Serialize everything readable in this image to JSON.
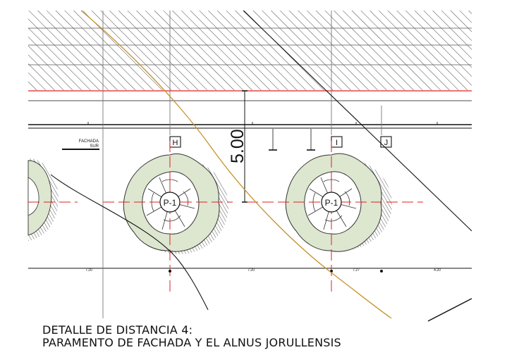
{
  "plan": {
    "dimension_label": "5.00",
    "grid_labels": {
      "h": "H",
      "i": "I",
      "j": "J"
    },
    "tree_labels": {
      "left": "P-1",
      "right": "P-1"
    },
    "facade_label": {
      "line1": "FACHADA",
      "line2": "SUR"
    },
    "lower_dims": {
      "a": "7.20",
      "b": "7.20",
      "c": "7.27",
      "d": "4.20"
    }
  },
  "caption": {
    "line1": "DETALLE DE DISTANCIA 4:",
    "line2": "PARAMENTO DE FACHADA Y EL ALNUS JORULLENSIS"
  },
  "colors": {
    "axis_red": "#e02020",
    "contour_orange": "#c8922a",
    "foliage_green": "#dde6cf",
    "hatch": "#333333",
    "line": "#111111"
  }
}
